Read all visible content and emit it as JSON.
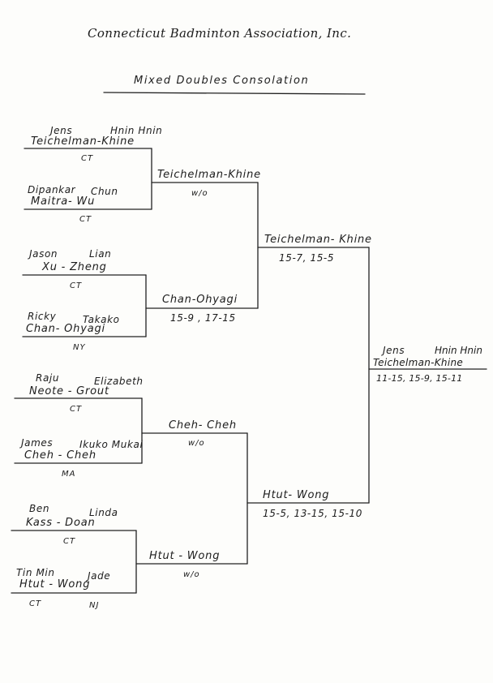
{
  "header": {
    "organization": "Connecticut Badminton Association, Inc.",
    "event": "Mixed Doubles Consolation"
  },
  "round1": [
    {
      "first_names": [
        "Jens",
        "Hnin Hnin"
      ],
      "team": "Teichelman-Khine",
      "state": "CT"
    },
    {
      "first_names": [
        "Dipankar",
        "Chun"
      ],
      "team": "Maitra- Wu",
      "state": "CT"
    },
    {
      "first_names": [
        "Jason",
        "Lian"
      ],
      "team": "Xu - Zheng",
      "state": "CT"
    },
    {
      "first_names": [
        "Ricky",
        "Takako"
      ],
      "team": "Chan- Ohyagi",
      "state": "NY"
    },
    {
      "first_names": [
        "Raju",
        "Elizabeth"
      ],
      "team": "Neote - Grout",
      "state": "CT"
    },
    {
      "first_names": [
        "James",
        "Ikuko Mukai"
      ],
      "team": "Cheh - Cheh",
      "state": "MA"
    },
    {
      "first_names": [
        "Ben",
        "Linda"
      ],
      "team": "Kass - Doan",
      "state": "CT"
    },
    {
      "first_names": [
        "Tin Min",
        "Jade"
      ],
      "team": "Htut - Wong",
      "state": [
        "CT",
        "NJ"
      ]
    }
  ],
  "round2": [
    {
      "team": "Teichelman-Khine",
      "score": "w/o"
    },
    {
      "team": "Chan-Ohyagi",
      "score": "15-9 , 17-15"
    },
    {
      "team": "Cheh- Cheh",
      "score": "w/o"
    },
    {
      "team": "Htut - Wong",
      "score": "w/o"
    }
  ],
  "round3": [
    {
      "team": "Teichelman- Khine",
      "score": "15-7, 15-5"
    },
    {
      "team": "Htut- Wong",
      "score": "15-5, 13-15, 15-10"
    }
  ],
  "champion": {
    "first_names": [
      "Jens",
      "Hnin Hnin"
    ],
    "team": "Teichelman-Khine",
    "score": "11-15, 15-9, 15-11"
  }
}
